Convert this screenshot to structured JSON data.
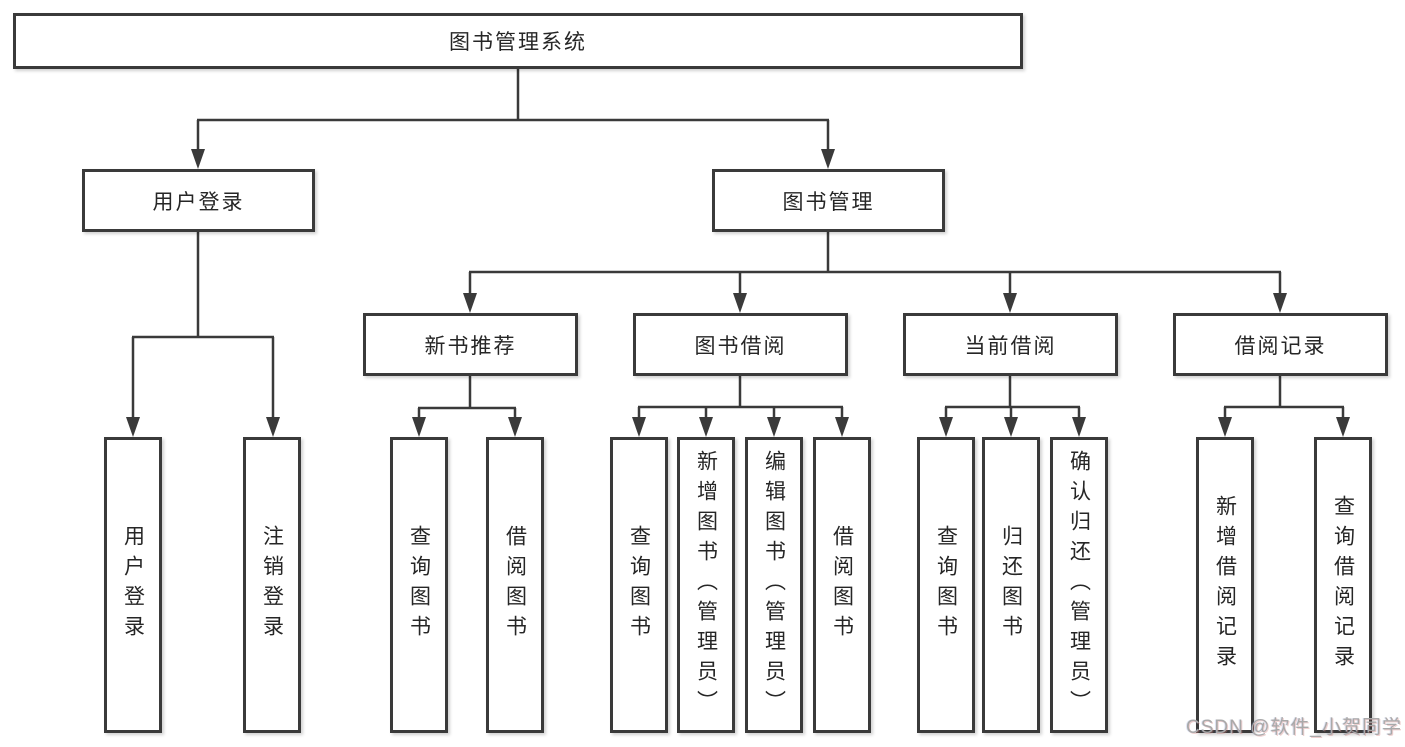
{
  "diagram": {
    "root": {
      "label": "图书管理系统"
    },
    "level2": [
      {
        "label": "用户登录"
      },
      {
        "label": "图书管理"
      }
    ],
    "level3": [
      {
        "label": "新书推荐"
      },
      {
        "label": "图书借阅"
      },
      {
        "label": "当前借阅"
      },
      {
        "label": "借阅记录"
      }
    ],
    "leaves": {
      "user_login": [
        {
          "label": "用户登录"
        },
        {
          "label": "注销登录"
        }
      ],
      "new_book": [
        {
          "label": "查询图书"
        },
        {
          "label": "借阅图书"
        }
      ],
      "book_borrow": [
        {
          "label": "查询图书"
        },
        {
          "label": "新增图书（管理员）"
        },
        {
          "label": "编辑图书（管理员）"
        },
        {
          "label": "借阅图书"
        }
      ],
      "current_borrow": [
        {
          "label": "查询图书"
        },
        {
          "label": "归还图书"
        },
        {
          "label": "确认归还（管理员）"
        }
      ],
      "borrow_records": [
        {
          "label": "新增借阅记录"
        },
        {
          "label": "查询借阅记录"
        }
      ]
    },
    "colors": {
      "line": "#3a3a3a",
      "box_border": "#3a3a3a",
      "text": "#262626",
      "watermark": "#a9a9a9",
      "background": "#ffffff"
    }
  },
  "watermark": {
    "text": "CSDN @软件_小贺同学"
  }
}
